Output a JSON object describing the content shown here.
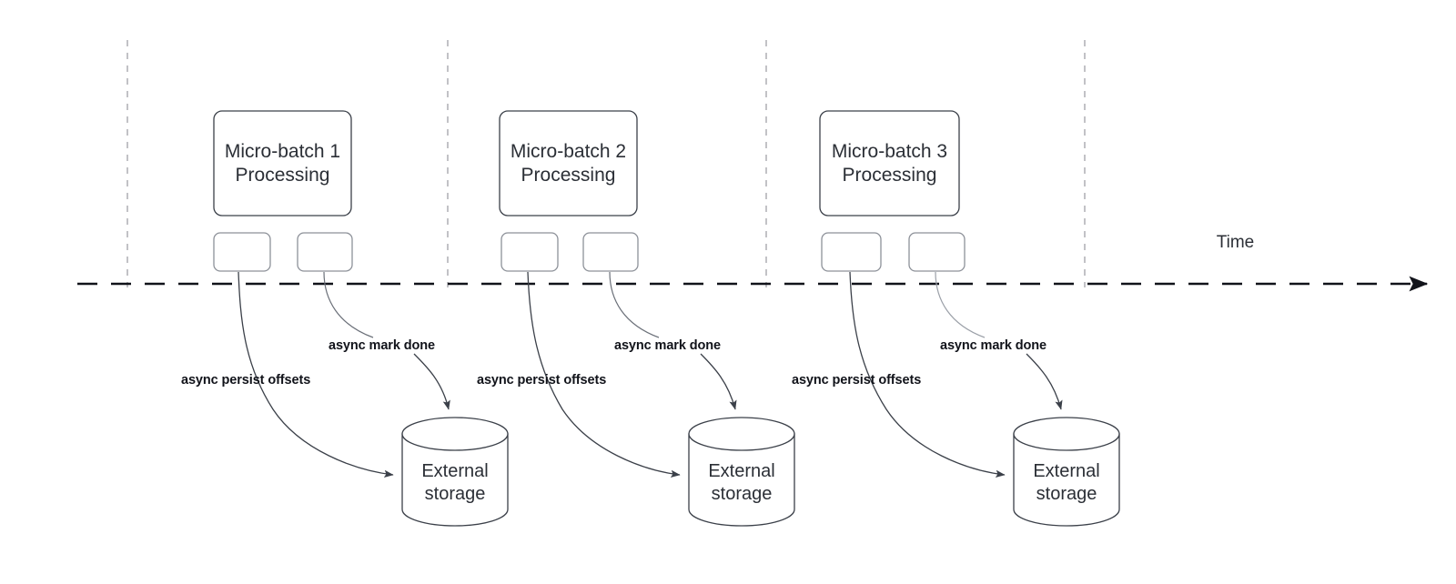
{
  "diagram": {
    "title_hidden": "",
    "colors": {
      "stroke": "#3b4049",
      "text": "#2b2f36",
      "label_text": "#11131a",
      "timeline": "#11131a",
      "gridline": "#b3b3b8",
      "background": "#ffffff"
    },
    "timeline": {
      "label": "Time",
      "style": "dashed-arrow"
    },
    "boundaries": [
      {
        "name": "batch-boundary-1"
      },
      {
        "name": "batch-boundary-2"
      },
      {
        "name": "batch-boundary-3"
      },
      {
        "name": "batch-boundary-4"
      }
    ],
    "groups": [
      {
        "id": "group-1",
        "batch_label_line1": "Micro-batch 1",
        "batch_label_line2": "Processing",
        "task_boxes": [
          {
            "name": "task-box-1a",
            "label": ""
          },
          {
            "name": "task-box-1b",
            "label": ""
          }
        ],
        "storage_line1": "External",
        "storage_line2": "storage",
        "edges": [
          {
            "name": "async-persist-offsets-edge",
            "label": "async persist offsets"
          },
          {
            "name": "async-mark-done-edge",
            "label": "async mark done"
          }
        ]
      },
      {
        "id": "group-2",
        "batch_label_line1": "Micro-batch 2",
        "batch_label_line2": "Processing",
        "task_boxes": [
          {
            "name": "task-box-2a",
            "label": ""
          },
          {
            "name": "task-box-2b",
            "label": ""
          }
        ],
        "storage_line1": "External",
        "storage_line2": "storage",
        "edges": [
          {
            "name": "async-persist-offsets-edge",
            "label": "async persist offsets"
          },
          {
            "name": "async-mark-done-edge",
            "label": "async mark done"
          }
        ]
      },
      {
        "id": "group-3",
        "batch_label_line1": "Micro-batch 3",
        "batch_label_line2": "Processing",
        "task_boxes": [
          {
            "name": "task-box-3a",
            "label": ""
          },
          {
            "name": "task-box-3b",
            "label": ""
          }
        ],
        "storage_line1": "External",
        "storage_line2": "storage",
        "edges": [
          {
            "name": "async-persist-offsets-edge",
            "label": "async persist offsets"
          },
          {
            "name": "async-mark-done-edge",
            "label": "async mark done"
          }
        ]
      }
    ]
  }
}
